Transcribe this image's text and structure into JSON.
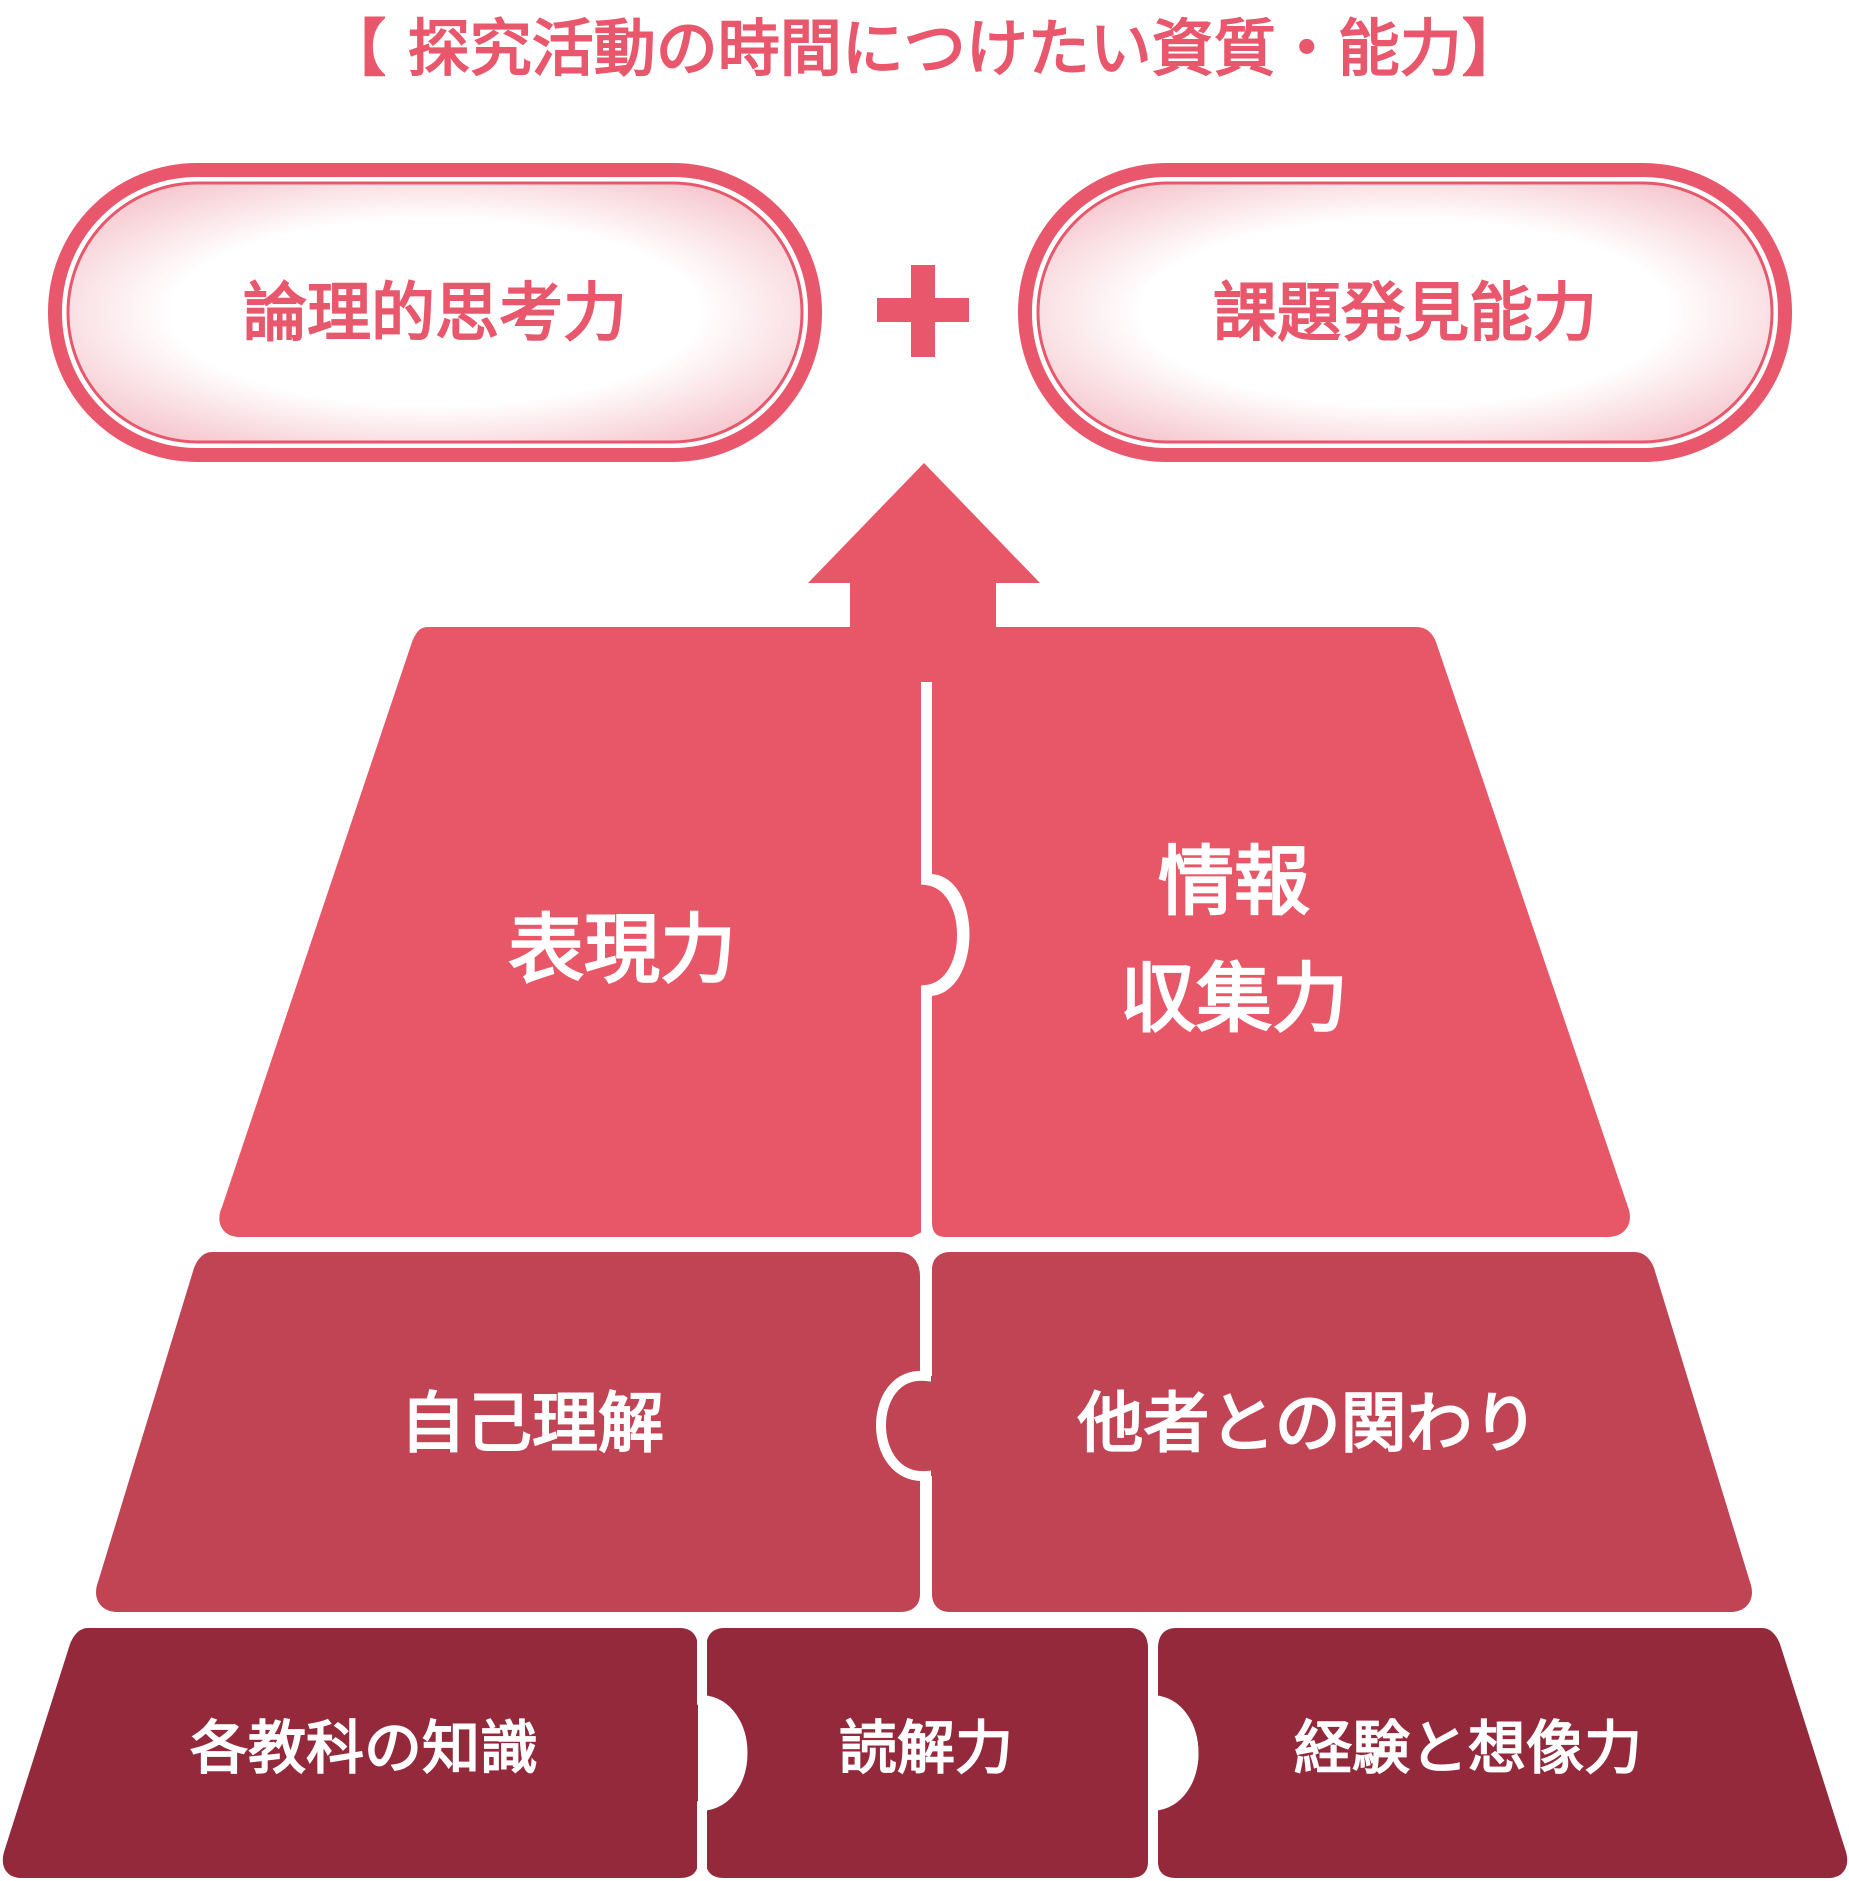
{
  "title": "【 探究活動の時間につけたい資質・能力】",
  "top_boxes": {
    "left": "論理的思考力",
    "right": "課題発見能力",
    "plus": "+"
  },
  "tier1": {
    "left": "表現力",
    "right_line1": "情報",
    "right_line2": "収集力"
  },
  "tier2": {
    "left": "自己理解",
    "right": "他者との関わり"
  },
  "tier3": {
    "left": "各教科の知識",
    "center": "読解力",
    "right": "経験と想像力"
  },
  "colors": {
    "accent": "#e8576b",
    "tier1": "#e85768",
    "tier2": "#c14454",
    "tier3": "#93293b",
    "box_border": "#e8576b"
  }
}
